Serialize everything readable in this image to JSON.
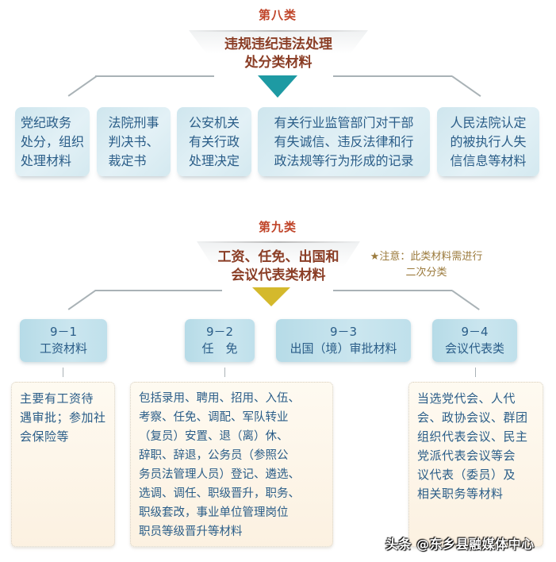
{
  "section8": {
    "category": "第八类",
    "title_lines": [
      "违规违纪违法处理",
      "处分类材料"
    ],
    "triangle_color": "#1e9aa3",
    "items": [
      {
        "lines": [
          "党纪政务",
          "处分，组织",
          "处理材料"
        ]
      },
      {
        "lines": [
          "法院刑事",
          "判决书、",
          "裁定书"
        ]
      },
      {
        "lines": [
          "公安机关",
          "有关行政",
          "处理决定"
        ]
      },
      {
        "lines": [
          "有关行业监管部门对干部",
          "有失诚信、违反法律和行",
          "政法规等行为形成的记录"
        ]
      },
      {
        "lines": [
          "人民法院认定",
          "的被执行人失",
          "信信息等材料"
        ]
      }
    ]
  },
  "section9": {
    "category": "第九类",
    "title_lines": [
      "工资、任免、出国和",
      "会议代表类材料"
    ],
    "triangle_color": "#d4b92c",
    "note_lines": [
      "★注意：此类材料需进行",
      "二次分类"
    ],
    "subcategories": [
      {
        "code": "9－1",
        "name": "工资材料"
      },
      {
        "code": "9－2",
        "name": "任　免"
      },
      {
        "code": "9－3",
        "name": "出国（境）审批材料"
      },
      {
        "code": "9－4",
        "name": "会议代表类"
      }
    ],
    "details": [
      {
        "lines": [
          "主要有工资待",
          "遇审批；参加社",
          "会保险等"
        ]
      },
      {
        "lines": [
          "包括录用、聘用、招用、入伍、",
          "考察、任免、调配、军队转业",
          "（复员）安置、退（离）休、",
          "辞职、辞退，公务员（参照公",
          "务员法管理人员）登记、遴选、",
          "选调、调任、职级晋升，职务、",
          "职级套改，事业单位管理岗位",
          "职员等级晋升等材料"
        ]
      },
      {
        "lines": [
          "当选党代会、人代",
          "会、政协会议、群团",
          "组织代表会议、民主",
          "党派代表会议等会",
          "议代表（委员）及",
          "相关职务等材料"
        ]
      }
    ]
  },
  "watermark": "头条 @东乡县融媒体中心"
}
